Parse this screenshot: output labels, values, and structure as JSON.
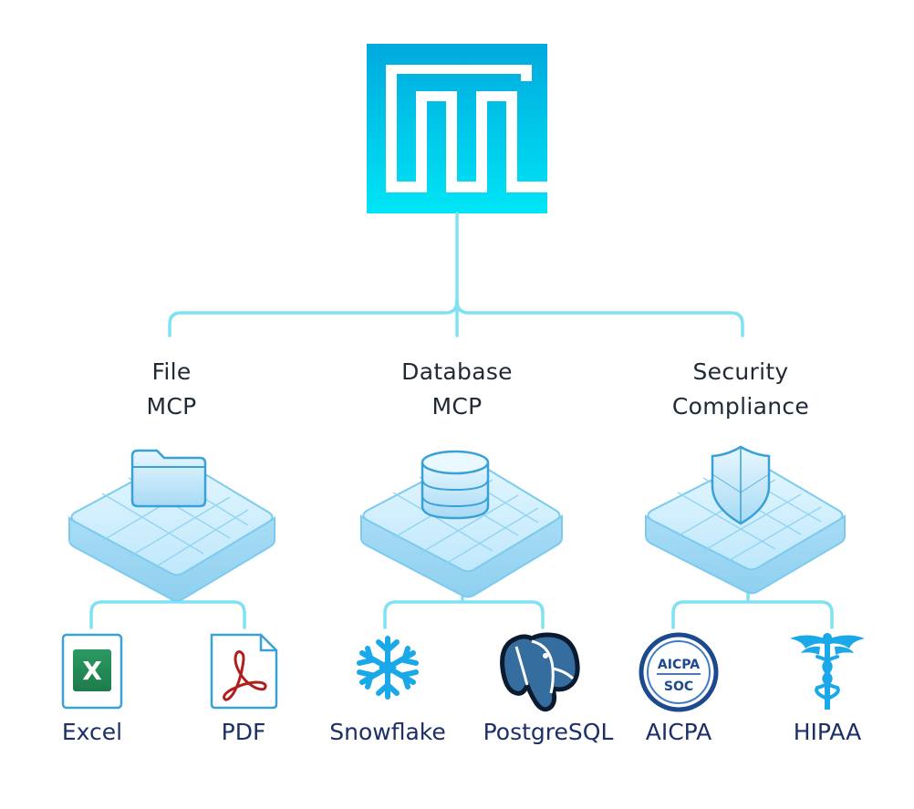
{
  "categories": [
    {
      "line1": "File",
      "line2": "MCP",
      "icon": "folder-icon",
      "children": [
        {
          "label": "Excel",
          "icon": "excel-icon",
          "glyph": "X"
        },
        {
          "label": "PDF",
          "icon": "pdf-icon"
        }
      ]
    },
    {
      "line1": "Database",
      "line2": "MCP",
      "icon": "database-icon",
      "children": [
        {
          "label": "Snowflake",
          "icon": "snowflake-icon"
        },
        {
          "label": "PostgreSQL",
          "icon": "postgresql-elephant-icon"
        }
      ]
    },
    {
      "line1": "Security",
      "line2": "Compliance",
      "icon": "shield-icon",
      "children": [
        {
          "label": "AICPA",
          "icon": "aicpa-soc-badge-icon",
          "badge_top": "AICPA",
          "badge_bottom": "SOC"
        },
        {
          "label": "HIPAA",
          "icon": "caduceus-icon"
        }
      ]
    }
  ],
  "colors": {
    "brand_top": "#00a9dd",
    "brand_bottom": "#00e5f6",
    "connector": "#7fe2f2",
    "tile_fill": "#c3eafb",
    "tile_stroke": "#7ccbee",
    "icon_stroke": "#3aa1d6",
    "text_dark": "#1f2a35",
    "label_navy": "#1c2f66",
    "excel_green": "#1e7b4b",
    "pdf_red": "#b11e1e",
    "postgres_blue": "#356d9e"
  }
}
